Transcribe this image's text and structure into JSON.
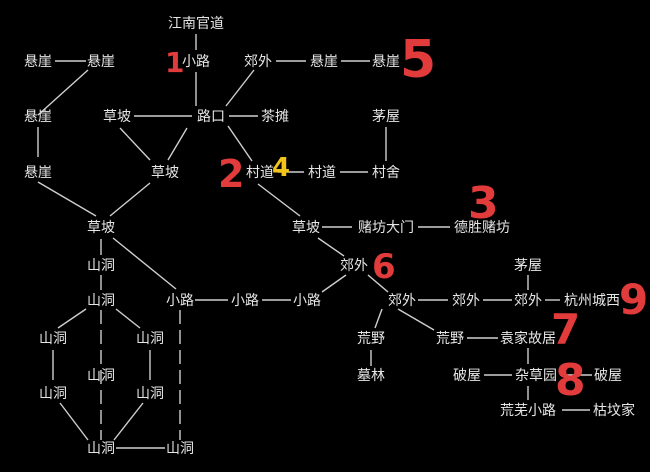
{
  "colors": {
    "background": "#000000",
    "text": "#e6e6e6",
    "line": "#cfcfcf",
    "marker_red": "#e23b3b",
    "marker_yellow": "#f2c318"
  },
  "map": {
    "nodes": {
      "n_jnguandao": "江南官道",
      "n_xiaolu1": "小路",
      "n_jiaowai_top": "郊外",
      "n_xuanya_t1": "悬崖",
      "n_xuanya_t2": "悬崖",
      "n_xuanya_l1": "悬崖",
      "n_xuanya_l2": "悬崖",
      "n_xuanya_l3": "悬崖",
      "n_xuanya_l4": "悬崖",
      "n_caopo1": "草坡",
      "n_lukou": "路口",
      "n_chatan": "茶摊",
      "n_maowu1": "茅屋",
      "n_caopo2": "草坡",
      "n_cundao": "村道",
      "n_cundao2": "村道",
      "n_cunshe": "村舍",
      "n_caopo3": "草坡",
      "n_caopo4": "草坡",
      "n_dufang": "赌坊大门",
      "n_desheng": "德胜赌坊",
      "n_shandong1": "山洞",
      "n_jiaowai6": "郊外",
      "n_maowu2": "茅屋",
      "n_shandong2": "山洞",
      "n_xiaolu_a": "小路",
      "n_xiaolu_b": "小路",
      "n_xiaolu_c": "小路",
      "n_jiaowai_m1": "郊外",
      "n_jiaowai_m2": "郊外",
      "n_jiaowai_m3": "郊外",
      "n_hangzhou": "杭州城西",
      "n_shandong_l1": "山洞",
      "n_shandong_m1": "山洞",
      "n_huangye1": "荒野",
      "n_huangye2": "荒野",
      "n_yuanjia": "袁家故居",
      "n_shandong_c": "山洞",
      "n_mulin": "墓林",
      "n_powu1": "破屋",
      "n_zacaoyuan": "杂草园",
      "n_powu2": "破屋",
      "n_shandong_l2": "山洞",
      "n_shandong_m2": "山洞",
      "n_huangwu": "荒芜小路",
      "n_kufen": "枯坟家",
      "n_shandong_b1": "山洞",
      "n_shandong_b2": "山洞"
    },
    "markers": [
      "1",
      "2",
      "3",
      "4",
      "5",
      "6",
      "7",
      "8",
      "9"
    ]
  }
}
